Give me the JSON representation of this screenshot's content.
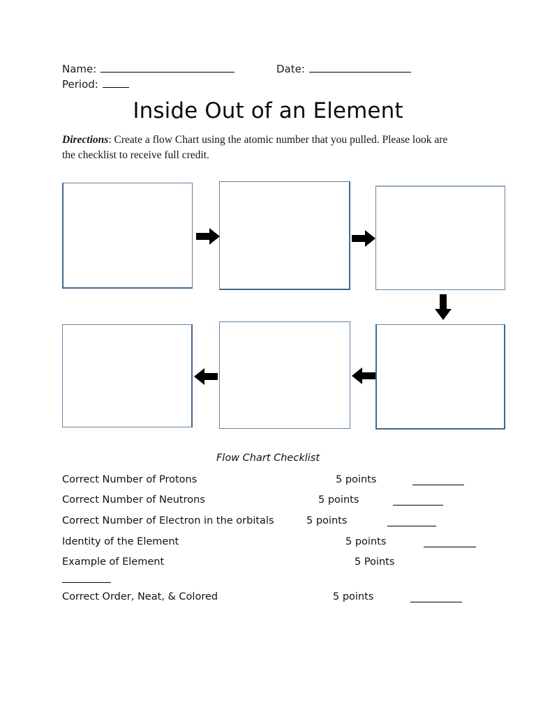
{
  "header": {
    "name_label": "Name:",
    "date_label": "Date:",
    "period_label": "Period:"
  },
  "title": "Inside Out of an Element",
  "directions": {
    "label": "Directions",
    "separator": ": ",
    "text": "Create a flow Chart using the atomic number that you pulled. Please look are the checklist to receive full credit."
  },
  "flow_chart": {
    "boxes": [
      {
        "id": "box-1",
        "content": ""
      },
      {
        "id": "box-2",
        "content": ""
      },
      {
        "id": "box-3",
        "content": ""
      },
      {
        "id": "box-4",
        "content": ""
      },
      {
        "id": "box-5",
        "content": ""
      },
      {
        "id": "box-6",
        "content": ""
      }
    ],
    "arrows": [
      {
        "id": "arrow-1",
        "direction": "right"
      },
      {
        "id": "arrow-2",
        "direction": "right"
      },
      {
        "id": "arrow-3",
        "direction": "down"
      },
      {
        "id": "arrow-4",
        "direction": "left"
      },
      {
        "id": "arrow-5",
        "direction": "left"
      }
    ]
  },
  "checklist": {
    "title": "Flow Chart Checklist",
    "rows": [
      {
        "label": "Correct Number of Protons",
        "points": "5 points"
      },
      {
        "label": "Correct Number of Neutrons",
        "points": "5 points"
      },
      {
        "label": "Correct Number of Electron in the orbitals",
        "points": "5 points"
      },
      {
        "label": "Identity of the Element",
        "points": "5 points"
      },
      {
        "label": "Example of Element",
        "points": "5 Points"
      },
      {
        "label": "Correct Order, Neat, & Colored",
        "points": "5 points"
      }
    ]
  },
  "colors": {
    "box_border": "#5f84a8",
    "box_border_heavy": "#42678c",
    "arrow_fill": "#000000",
    "text": "#111111",
    "page_background": "#ffffff"
  }
}
